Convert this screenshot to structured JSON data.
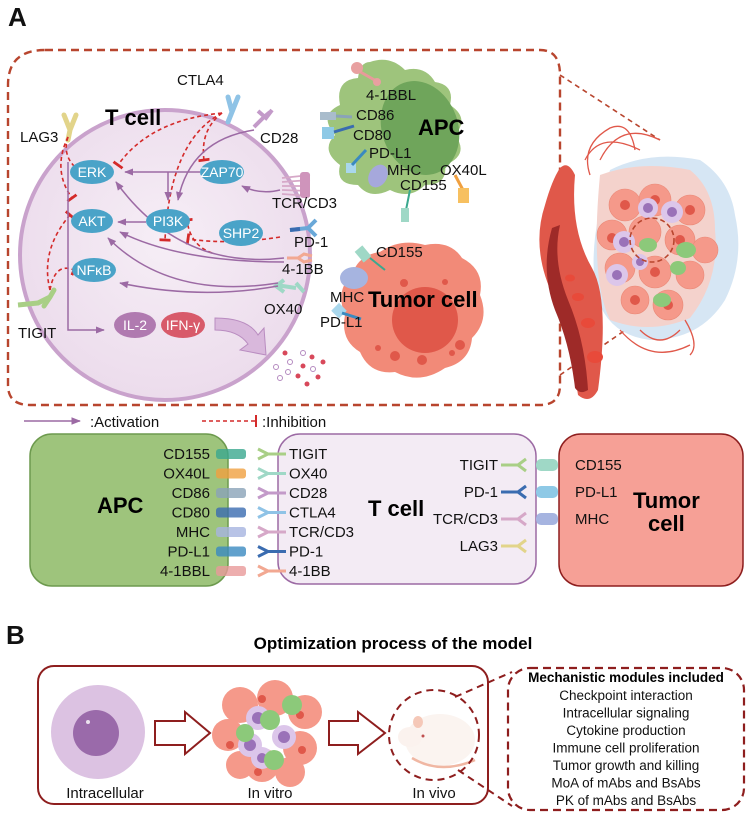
{
  "panel_a": {
    "label": "A",
    "tcell": {
      "title": "T cell",
      "receptors": {
        "ctla4": "CTLA4",
        "cd28": "CD28",
        "lag3": "LAG3",
        "tcr": "TCR/CD3",
        "pd1": "PD-1",
        "fourbb": "4-1BB",
        "ox40": "OX40",
        "tigit": "TIGIT"
      },
      "nodes": {
        "erk": "ERK",
        "zap70": "ZAP70",
        "akt": "AKT",
        "pi3k": "PI3K",
        "shp2": "SHP2",
        "nfkb": "NFκB",
        "il2": "IL-2",
        "ifng": "IFN-γ"
      }
    },
    "apc": {
      "title": "APC",
      "ligands": {
        "fourbbl": "4-1BBL",
        "cd86": "CD86",
        "cd80": "CD80",
        "pdl1": "PD-L1",
        "mhc": "MHC",
        "ox40l": "OX40L",
        "cd155": "CD155"
      }
    },
    "tumor": {
      "title": "Tumor cell",
      "ligands": {
        "cd155": "CD155",
        "mhc": "MHC",
        "pdl1": "PD-L1"
      }
    },
    "legend": {
      "activation": ":Activation",
      "inhibition": ":Inhibition"
    },
    "interaction": {
      "apc_title": "APC",
      "tcell_title": "T cell",
      "tumor_title_1": "Tumor",
      "tumor_title_2": "cell",
      "apc_ligands": [
        "CD155",
        "OX40L",
        "CD86",
        "CD80",
        "MHC",
        "PD-L1",
        "4-1BBL"
      ],
      "tcell_left_receptors": [
        "TIGIT",
        "OX40",
        "CD28",
        "CTLA4",
        "TCR/CD3",
        "PD-1",
        "4-1BB"
      ],
      "tcell_right_receptors": [
        "TIGIT",
        "PD-1",
        "TCR/CD3",
        "LAG3"
      ],
      "tumor_ligands": [
        "CD155",
        "PD-L1",
        "MHC"
      ]
    },
    "colors": {
      "inhibition": "#d42a2a",
      "activation": "#9c6aa4",
      "node": "#4aa3c8",
      "apc": "#9ec47c",
      "tcell": "#f3e8f3",
      "tumor": "#f6a096",
      "frame": "#b8452e"
    }
  },
  "panel_b": {
    "label": "B",
    "title": "Optimization process of the model",
    "stages": [
      "Intracellular",
      "In vitro",
      "In vivo"
    ],
    "modules_title": "Mechanistic modules included",
    "modules": [
      "Checkpoint interaction",
      "Intracellular signaling",
      "Cytokine production",
      "Immune cell proliferation",
      "Tumor growth and killing",
      "MoA of mAbs and BsAbs",
      "PK of mAbs and BsAbs"
    ]
  }
}
